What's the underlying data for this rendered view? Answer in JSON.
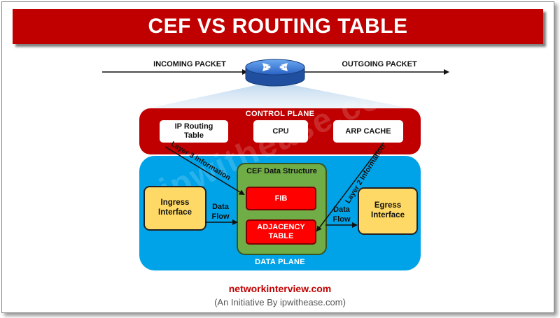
{
  "title": "CEF VS ROUTING TABLE",
  "packets": {
    "incoming": "INCOMING PACKET",
    "outgoing": "OUTGOING PACKET"
  },
  "control_plane": {
    "title": "CONTROL PLANE",
    "boxes": {
      "ip_routing_table": "IP Routing Table",
      "cpu": "CPU",
      "arp_cache": "ARP CACHE"
    }
  },
  "data_plane": {
    "title": "DATA PLANE",
    "cef": {
      "title": "CEF Data Structure",
      "fib": "FIB",
      "adjacency": "ADJACENCY TABLE"
    },
    "ingress": "Ingress Interface",
    "egress": "Egress Interface",
    "flow_left": "Data Flow",
    "flow_right": "Data Flow",
    "layer3": "Layer 3 Information",
    "layer2": "Layer 2 Information"
  },
  "watermark": "ipwithease.com",
  "footer": {
    "site": "networkinterview.com",
    "tagline": "(An Initiative By ipwithease.com)"
  },
  "colors": {
    "banner": "#c00000",
    "control_plane": "#c00000",
    "data_plane": "#00a3e8",
    "cef": "#70ad47",
    "fib": "#ff0000",
    "interface": "#ffd966",
    "router": "#2f6fd6"
  },
  "icons": {
    "router": "router-icon"
  }
}
